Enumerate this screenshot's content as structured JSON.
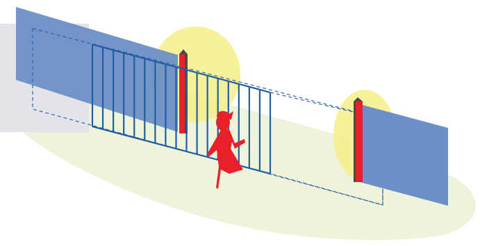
{
  "scene": {
    "colors": {
      "ground": "#EEF3D9",
      "ground_edge": "#F7F9EE",
      "backdrop": "#E3E4E9",
      "wall_panel": "#6B8FC6",
      "wall_panel_edge": "#5A7EB6",
      "beam_glow": "#F6EE87",
      "gate_bars": "#1F5EA3",
      "dashed_outline": "#2E62A6",
      "post_red": "#E8202A",
      "post_dark": "#4A4A4A",
      "person": "#E8202A"
    },
    "icons": {
      "left_wall": "wall-panel",
      "right_wall": "wall-panel",
      "gate": "sliding-gate",
      "transmitter": "photocell-post",
      "receiver": "photocell-post",
      "person": "walking-girl"
    },
    "gate_bar_count": 18
  }
}
